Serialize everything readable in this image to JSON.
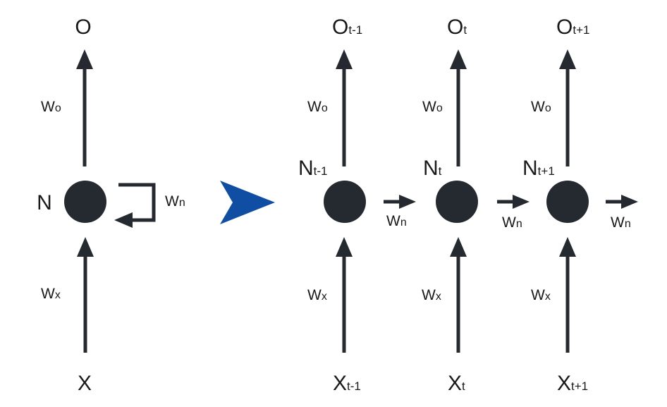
{
  "folded": {
    "output": "O",
    "node": "N",
    "input": "X",
    "w_output": {
      "base": "W",
      "sub": "o"
    },
    "w_input": {
      "base": "W",
      "sub": "x"
    },
    "w_recurrent": {
      "base": "W",
      "sub": "n"
    }
  },
  "unfolded": [
    {
      "output": {
        "base": "O",
        "sub": "t-1"
      },
      "node": {
        "base": "N",
        "sub": "t-1"
      },
      "input": {
        "base": "X",
        "sub": "t-1"
      },
      "w_output": {
        "base": "W",
        "sub": "o"
      },
      "w_input": {
        "base": "W",
        "sub": "x"
      },
      "w_next": {
        "base": "W",
        "sub": "n"
      }
    },
    {
      "output": {
        "base": "O",
        "sub": "t"
      },
      "node": {
        "base": "N",
        "sub": "t"
      },
      "input": {
        "base": "X",
        "sub": "t"
      },
      "w_output": {
        "base": "W",
        "sub": "o"
      },
      "w_input": {
        "base": "W",
        "sub": "x"
      },
      "w_next": {
        "base": "W",
        "sub": "n"
      }
    },
    {
      "output": {
        "base": "O",
        "sub": "t+1"
      },
      "node": {
        "base": "N",
        "sub": "t+1"
      },
      "input": {
        "base": "X",
        "sub": "t+1"
      },
      "w_output": {
        "base": "W",
        "sub": "o"
      },
      "w_input": {
        "base": "W",
        "sub": "x"
      },
      "w_next": {
        "base": "W",
        "sub": "n"
      }
    }
  ],
  "colors": {
    "node": "#252a31",
    "arrow": "#252a31",
    "unfold_arrow": "#0f4ea2"
  }
}
